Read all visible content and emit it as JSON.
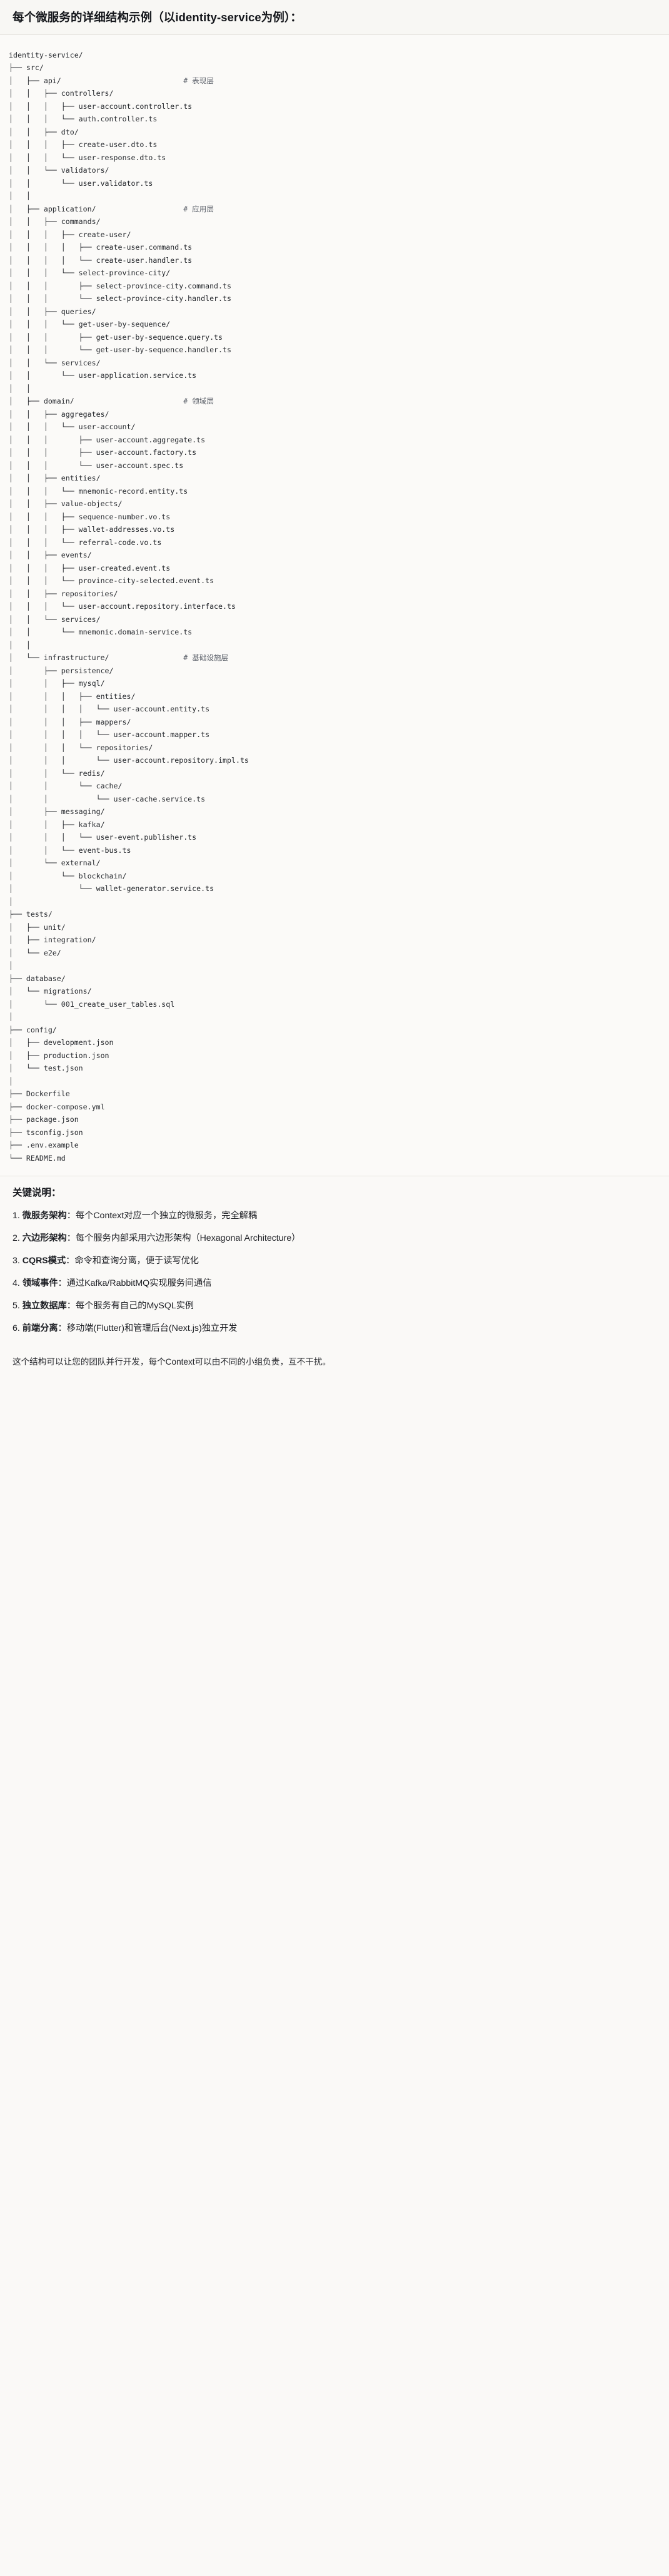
{
  "header": {
    "title": "每个微服务的详细结构示例（以identity-service为例）："
  },
  "tree": {
    "root": "identity-service/",
    "lines": [
      {
        "text": "identity-service/",
        "comment": ""
      },
      {
        "text": "├── src/",
        "comment": ""
      },
      {
        "text": "│   ├── api/",
        "comment": "# 表现层"
      },
      {
        "text": "│   │   ├── controllers/",
        "comment": ""
      },
      {
        "text": "│   │   │   ├── user-account.controller.ts",
        "comment": ""
      },
      {
        "text": "│   │   │   └── auth.controller.ts",
        "comment": ""
      },
      {
        "text": "│   │   ├── dto/",
        "comment": ""
      },
      {
        "text": "│   │   │   ├── create-user.dto.ts",
        "comment": ""
      },
      {
        "text": "│   │   │   └── user-response.dto.ts",
        "comment": ""
      },
      {
        "text": "│   │   └── validators/",
        "comment": ""
      },
      {
        "text": "│   │       └── user.validator.ts",
        "comment": ""
      },
      {
        "text": "│   │",
        "comment": ""
      },
      {
        "text": "│   ├── application/",
        "comment": "# 应用层"
      },
      {
        "text": "│   │   ├── commands/",
        "comment": ""
      },
      {
        "text": "│   │   │   ├── create-user/",
        "comment": ""
      },
      {
        "text": "│   │   │   │   ├── create-user.command.ts",
        "comment": ""
      },
      {
        "text": "│   │   │   │   └── create-user.handler.ts",
        "comment": ""
      },
      {
        "text": "│   │   │   └── select-province-city/",
        "comment": ""
      },
      {
        "text": "│   │   │       ├── select-province-city.command.ts",
        "comment": ""
      },
      {
        "text": "│   │   │       └── select-province-city.handler.ts",
        "comment": ""
      },
      {
        "text": "│   │   ├── queries/",
        "comment": ""
      },
      {
        "text": "│   │   │   └── get-user-by-sequence/",
        "comment": ""
      },
      {
        "text": "│   │   │       ├── get-user-by-sequence.query.ts",
        "comment": ""
      },
      {
        "text": "│   │   │       └── get-user-by-sequence.handler.ts",
        "comment": ""
      },
      {
        "text": "│   │   └── services/",
        "comment": ""
      },
      {
        "text": "│   │       └── user-application.service.ts",
        "comment": ""
      },
      {
        "text": "│   │",
        "comment": ""
      },
      {
        "text": "│   ├── domain/",
        "comment": "# 领域层"
      },
      {
        "text": "│   │   ├── aggregates/",
        "comment": ""
      },
      {
        "text": "│   │   │   └── user-account/",
        "comment": ""
      },
      {
        "text": "│   │   │       ├── user-account.aggregate.ts",
        "comment": ""
      },
      {
        "text": "│   │   │       ├── user-account.factory.ts",
        "comment": ""
      },
      {
        "text": "│   │   │       └── user-account.spec.ts",
        "comment": ""
      },
      {
        "text": "│   │   ├── entities/",
        "comment": ""
      },
      {
        "text": "│   │   │   └── mnemonic-record.entity.ts",
        "comment": ""
      },
      {
        "text": "│   │   ├── value-objects/",
        "comment": ""
      },
      {
        "text": "│   │   │   ├── sequence-number.vo.ts",
        "comment": ""
      },
      {
        "text": "│   │   │   ├── wallet-addresses.vo.ts",
        "comment": ""
      },
      {
        "text": "│   │   │   └── referral-code.vo.ts",
        "comment": ""
      },
      {
        "text": "│   │   ├── events/",
        "comment": ""
      },
      {
        "text": "│   │   │   ├── user-created.event.ts",
        "comment": ""
      },
      {
        "text": "│   │   │   └── province-city-selected.event.ts",
        "comment": ""
      },
      {
        "text": "│   │   ├── repositories/",
        "comment": ""
      },
      {
        "text": "│   │   │   └── user-account.repository.interface.ts",
        "comment": ""
      },
      {
        "text": "│   │   └── services/",
        "comment": ""
      },
      {
        "text": "│   │       └── mnemonic.domain-service.ts",
        "comment": ""
      },
      {
        "text": "│   │",
        "comment": ""
      },
      {
        "text": "│   └── infrastructure/",
        "comment": "# 基础设施层"
      },
      {
        "text": "│       ├── persistence/",
        "comment": ""
      },
      {
        "text": "│       │   ├── mysql/",
        "comment": ""
      },
      {
        "text": "│       │   │   ├── entities/",
        "comment": ""
      },
      {
        "text": "│       │   │   │   └── user-account.entity.ts",
        "comment": ""
      },
      {
        "text": "│       │   │   ├── mappers/",
        "comment": ""
      },
      {
        "text": "│       │   │   │   └── user-account.mapper.ts",
        "comment": ""
      },
      {
        "text": "│       │   │   └── repositories/",
        "comment": ""
      },
      {
        "text": "│       │   │       └── user-account.repository.impl.ts",
        "comment": ""
      },
      {
        "text": "│       │   └── redis/",
        "comment": ""
      },
      {
        "text": "│       │       └── cache/",
        "comment": ""
      },
      {
        "text": "│       │           └── user-cache.service.ts",
        "comment": ""
      },
      {
        "text": "│       ├── messaging/",
        "comment": ""
      },
      {
        "text": "│       │   ├── kafka/",
        "comment": ""
      },
      {
        "text": "│       │   │   └── user-event.publisher.ts",
        "comment": ""
      },
      {
        "text": "│       │   └── event-bus.ts",
        "comment": ""
      },
      {
        "text": "│       └── external/",
        "comment": ""
      },
      {
        "text": "│           └── blockchain/",
        "comment": ""
      },
      {
        "text": "│               └── wallet-generator.service.ts",
        "comment": ""
      },
      {
        "text": "│",
        "comment": ""
      },
      {
        "text": "├── tests/",
        "comment": ""
      },
      {
        "text": "│   ├── unit/",
        "comment": ""
      },
      {
        "text": "│   ├── integration/",
        "comment": ""
      },
      {
        "text": "│   └── e2e/",
        "comment": ""
      },
      {
        "text": "│",
        "comment": ""
      },
      {
        "text": "├── database/",
        "comment": ""
      },
      {
        "text": "│   └── migrations/",
        "comment": ""
      },
      {
        "text": "│       └── 001_create_user_tables.sql",
        "comment": ""
      },
      {
        "text": "│",
        "comment": ""
      },
      {
        "text": "├── config/",
        "comment": ""
      },
      {
        "text": "│   ├── development.json",
        "comment": ""
      },
      {
        "text": "│   ├── production.json",
        "comment": ""
      },
      {
        "text": "│   └── test.json",
        "comment": ""
      },
      {
        "text": "│",
        "comment": ""
      },
      {
        "text": "├── Dockerfile",
        "comment": ""
      },
      {
        "text": "├── docker-compose.yml",
        "comment": ""
      },
      {
        "text": "├── package.json",
        "comment": ""
      },
      {
        "text": "├── tsconfig.json",
        "comment": ""
      },
      {
        "text": "├── .env.example",
        "comment": ""
      },
      {
        "text": "└── README.md",
        "comment": ""
      }
    ],
    "comment_column": 40
  },
  "keys": {
    "heading": "关键说明：",
    "items": [
      {
        "num": "1.",
        "term": "微服务架构",
        "sep": "：",
        "desc": "每个Context对应一个独立的微服务，完全解耦"
      },
      {
        "num": "2.",
        "term": "六边形架构",
        "sep": "：",
        "desc": "每个服务内部采用六边形架构（Hexagonal Architecture）"
      },
      {
        "num": "3.",
        "term": "CQRS模式",
        "sep": "：",
        "desc": "命令和查询分离，便于读写优化"
      },
      {
        "num": "4.",
        "term": "领域事件",
        "sep": "：",
        "desc": "通过Kafka/RabbitMQ实现服务间通信"
      },
      {
        "num": "5.",
        "term": "独立数据库",
        "sep": "：",
        "desc": "每个服务有自己的MySQL实例"
      },
      {
        "num": "6.",
        "term": "前端分离",
        "sep": "：",
        "desc": "移动端(Flutter)和管理后台(Next.js)独立开发"
      }
    ]
  },
  "footer": {
    "note": "这个结构可以让您的团队并行开发，每个Context可以由不同的小组负责，互不干扰。"
  }
}
